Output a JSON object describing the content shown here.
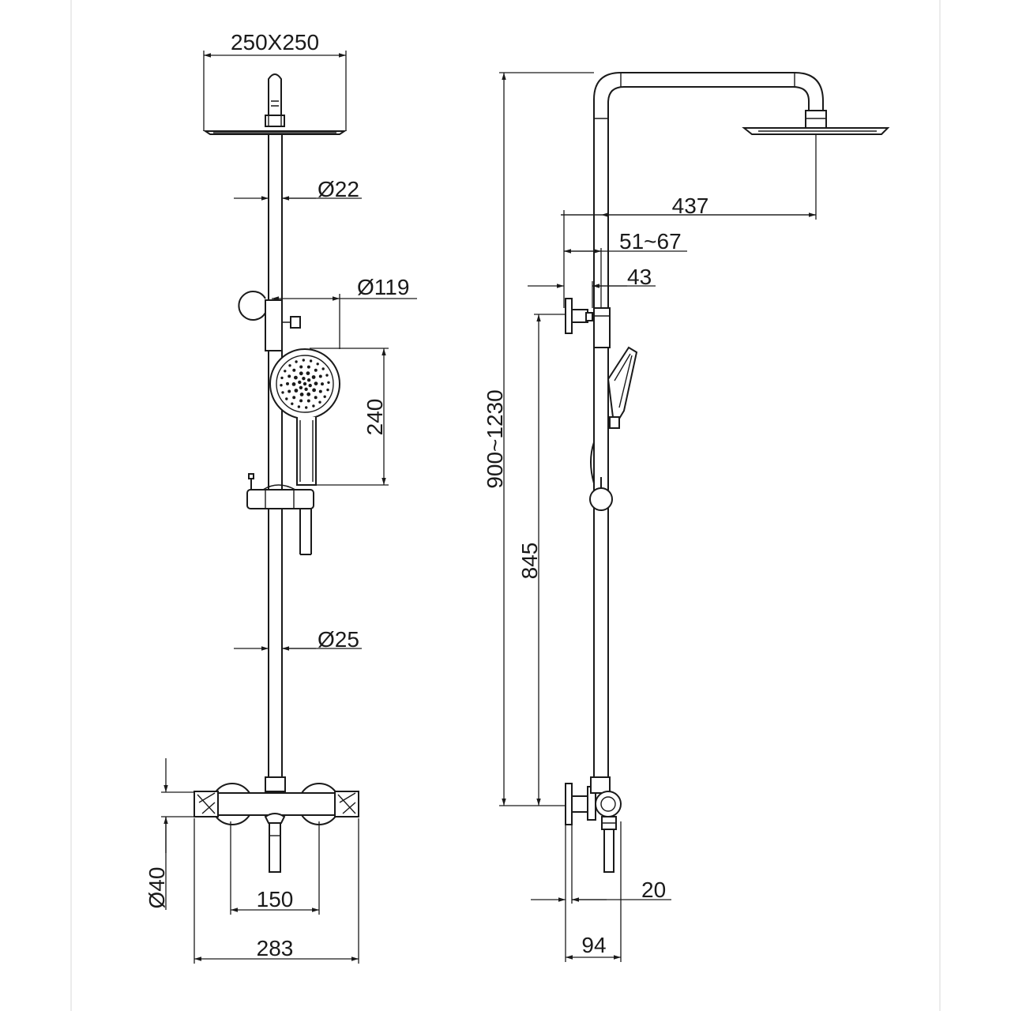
{
  "dimensions": {
    "head_size": "250X250",
    "pipe_upper_diameter": "Ø22",
    "handshower_diameter": "Ø119",
    "handshower_length": "240",
    "pipe_lower_diameter": "Ø25",
    "mixer_height": "Ø40",
    "inlet_spacing": "150",
    "mixer_width": "283",
    "total_height": "900~1230",
    "arm_projection": "437",
    "wall_offset_range": "51~67",
    "wall_offset": "43",
    "mixer_to_bracket": "845",
    "mixer_offset": "20",
    "mixer_depth": "94"
  }
}
